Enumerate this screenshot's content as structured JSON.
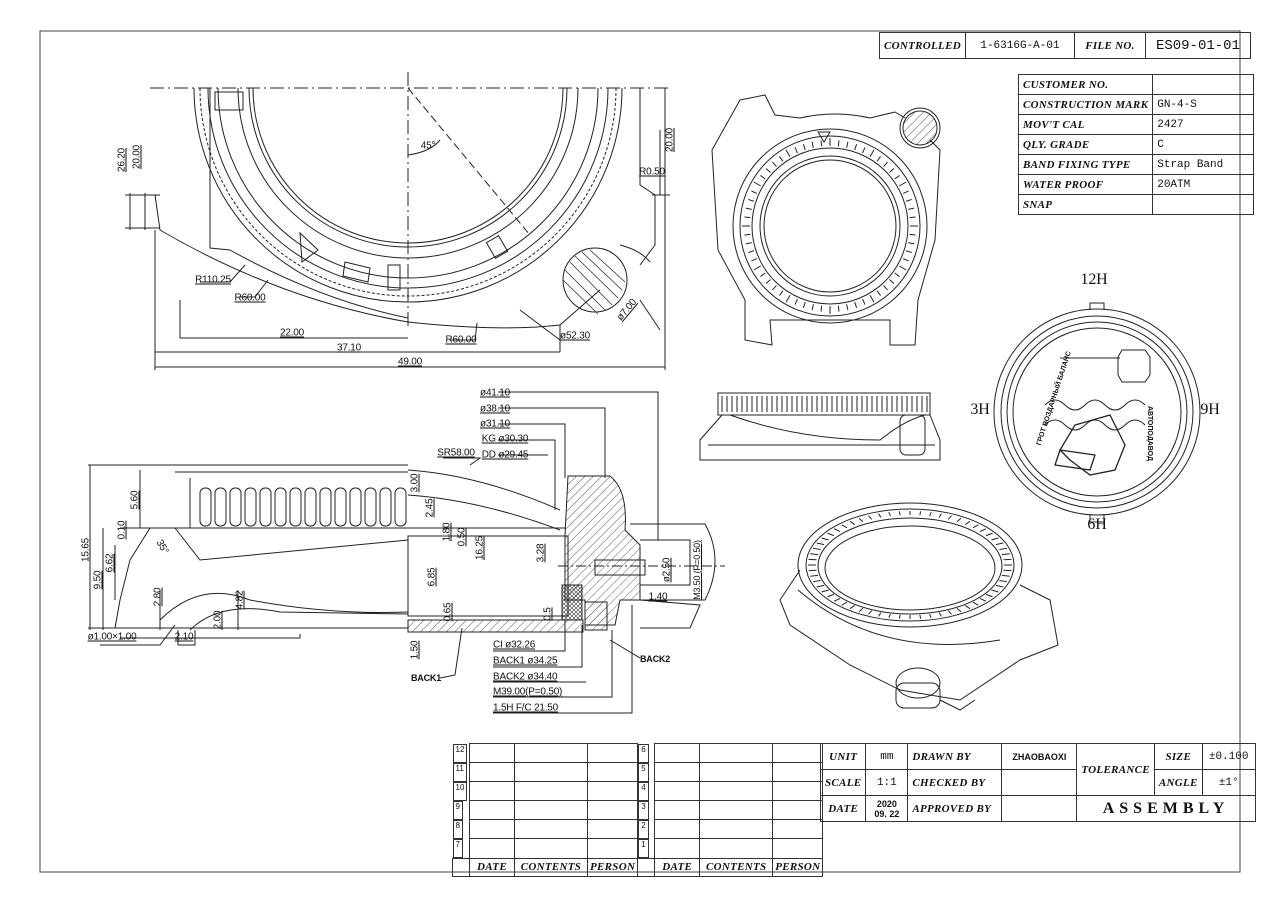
{
  "title_bar": {
    "controlled_label": "CONTROLLED",
    "controlled_value": "1-6316G-A-01",
    "file_no_label": "FILE NO.",
    "file_no_value": "ES09-01-01"
  },
  "spec": [
    {
      "label": "CUSTOMER NO.",
      "value": ""
    },
    {
      "label": "CONSTRUCTION MARK",
      "value": "GN-4-S"
    },
    {
      "label": "MOV'T CAL",
      "value": "2427"
    },
    {
      "label": "QLY. GRADE",
      "value": "C"
    },
    {
      "label": "BAND FIXING TYPE",
      "value": "Strap Band"
    },
    {
      "label": "WATER PROOF",
      "value": "20ATM"
    },
    {
      "label": "SNAP",
      "value": ""
    }
  ],
  "dims": {
    "d26_20": "26.20",
    "d20_00a": "20.00",
    "d20_00b": "20.00",
    "a45": "45°",
    "r0_50": "R0.50",
    "r110_25": "R110.25",
    "r60a": "R60.00",
    "d22": "22.00",
    "d37_10": "37.10",
    "d49": "49.00",
    "r60b": "R60.00",
    "p52_30": "ø52.30",
    "p7": "ø7.00",
    "p41_10": "ø41.10",
    "p38_10": "ø38.10",
    "p31_10": "ø31.10",
    "kg": "KG ø30.30",
    "sr58": "SR58.00",
    "dd": "DD ø29.45",
    "d3_00": "3.00",
    "d2_45": "2.45",
    "d1_80": "1.80",
    "d0_50": "0.50",
    "d16_25": "16.25",
    "d6_85": "6.85",
    "d0_65": "0.65",
    "d3_28": "3.28",
    "p2_50": "ø2.50",
    "m3_50": "M3.50 (P=0.50)",
    "d1_40": "1.40",
    "d0_5": "0.5",
    "d1_50": "1.50",
    "ci": "CI ø32.26",
    "back1d": "BACK1 ø34.25",
    "back2d": "BACK2 ø34.40",
    "m39": "M39.00(P=0.50)",
    "fc": "1.5H F/C 21.50",
    "back1": "BACK1",
    "back2": "BACK2",
    "d15_65": "15.65",
    "d9_50": "9.50",
    "d6_62": "6.62",
    "d5_60": "5.60",
    "d0_10": "0.10",
    "a35": "35°",
    "d2_80": "2.80",
    "d4_82": "4.82",
    "d2_00": "2.00",
    "p1x1": "ø1.00×1.00",
    "d2_10": "2.10"
  },
  "caseback": {
    "h12": "12H",
    "h3": "3H",
    "h9": "9H",
    "h6": "6H",
    "logo_text_left": "ГРОТ ВОЗДАРНЫЙ БАЛАНС",
    "logo_text_right": "АВТОПОДАВОД"
  },
  "revision": {
    "left_marks": [
      "12",
      "11",
      "10",
      "9",
      "8",
      "7"
    ],
    "right_marks": [
      "6",
      "5",
      "4",
      "3",
      "2",
      "1"
    ],
    "headers": [
      "DATE",
      "CONTENTS",
      "PERSON",
      "DATE",
      "CONTENTS",
      "PERSON"
    ]
  },
  "title_block": {
    "unit_label": "UNIT",
    "unit_value": "mm",
    "scale_label": "SCALE",
    "scale_value": "1:1",
    "date_label": "DATE",
    "date_value_year": "2020",
    "date_value_day": "09. 22",
    "drawn_by_label": "DRAWN BY",
    "drawn_by_value": "ZHAOBAOXI",
    "checked_by_label": "CHECKED BY",
    "checked_by_value": "",
    "approved_by_label": "APPROVED BY",
    "approved_by_value": "",
    "tolerance_label": "TOLERANCE",
    "size_label": "SIZE",
    "size_value": "±0.100",
    "angle_label": "ANGLE",
    "angle_value": "±1°",
    "drawing_title": "ASSEMBLY"
  }
}
